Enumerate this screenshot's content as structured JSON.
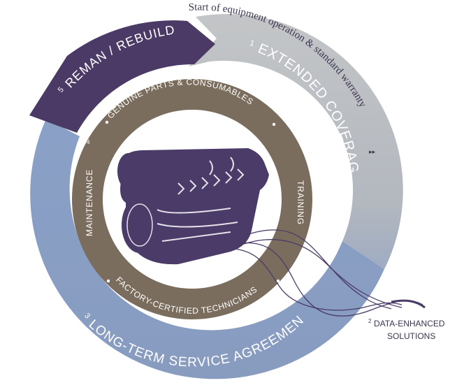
{
  "top_note": "Start of equipment operation & standard warranty",
  "segments": {
    "extended_coverage": {
      "number": "1",
      "label": "EXTENDED COVERAGE"
    },
    "data_enhanced": {
      "number": "2",
      "line1": "DATA-ENHANCED",
      "line2": "SOLUTIONS"
    },
    "long_term": {
      "number": "3",
      "label": "LONG-TERM SERVICE AGREEMENT"
    },
    "maintenance_group": {
      "number": "4"
    },
    "reman": {
      "number": "5",
      "label": "REMAN / REBUILD"
    }
  },
  "inner_ring": {
    "top": "GENUINE PARTS & CONSUMABLES",
    "right": "TRAINING",
    "bottom": "FACTORY-CERTIFIED TECHNICIANS",
    "left": "MAINTENANCE"
  },
  "colors": {
    "outer_gray": "#b9bcbf",
    "outer_blue": "#8fa4c7",
    "reman_purple": "#4b3a66",
    "inner_brown": "#7b6d5d",
    "engine": "#4a3b68",
    "text_white": "#ffffff",
    "text_dark": "#3d3550"
  }
}
